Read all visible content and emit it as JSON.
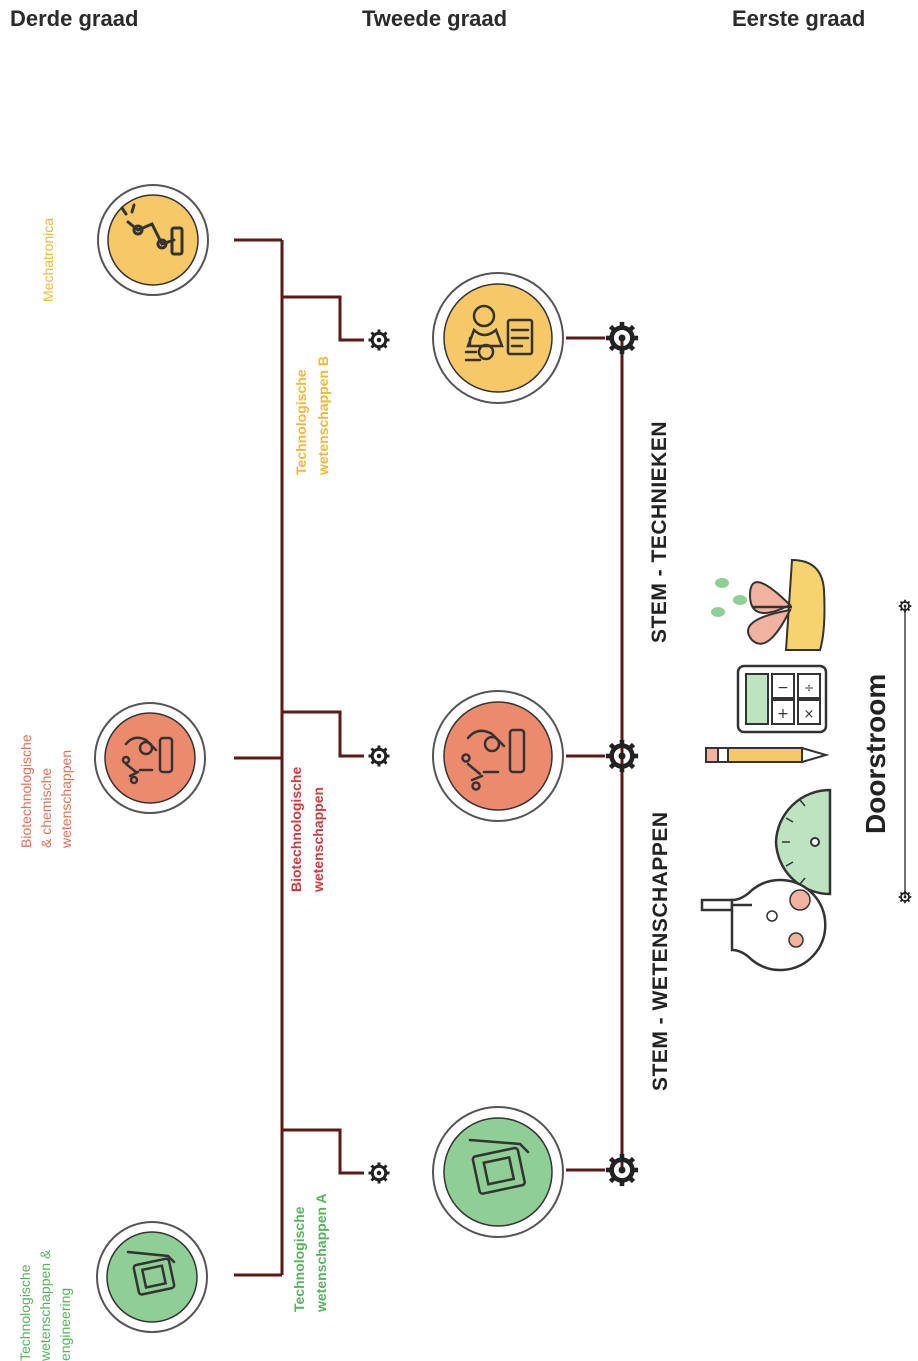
{
  "headers": {
    "col3": "Derde graad",
    "col2": "Tweede graad",
    "col1": "Eerste graad"
  },
  "third_degree": {
    "mechatronica": "Mechatronica",
    "biotech_chem": [
      "Biotechnologische",
      "& chemische",
      "wetenschappen"
    ],
    "tech_eng": [
      "Technologische",
      "wetenschappen &",
      "engineering"
    ]
  },
  "second_degree_branches": {
    "tech_b": [
      "Technologische",
      "wetenschappen B"
    ],
    "biotech": [
      "Biotechnologische",
      "wetenschappen"
    ],
    "tech_a": [
      "Technologische",
      "wetenschappen A"
    ]
  },
  "stem": {
    "technieken": "STEM - TECHNIEKEN",
    "wetenschappen": "STEM - WETENSCHAPPEN"
  },
  "doorstroom": "Doorstroom",
  "colors": {
    "yellow": "#f6c868",
    "salmon": "#ec8a6e",
    "green": "#8fce94",
    "line": "#5a1a16",
    "label_yellow": "#f2b83c",
    "label_red": "#cd3a3f",
    "label_green": "#58b25e",
    "label_salmon": "#e0705a"
  },
  "icons": [
    "robot-arm-icon",
    "engineer-icon",
    "microscope-icon",
    "calculator-icon",
    "gear-icon",
    "flask-icon",
    "protractor-icon",
    "pencil-icon",
    "sprout-icon"
  ]
}
